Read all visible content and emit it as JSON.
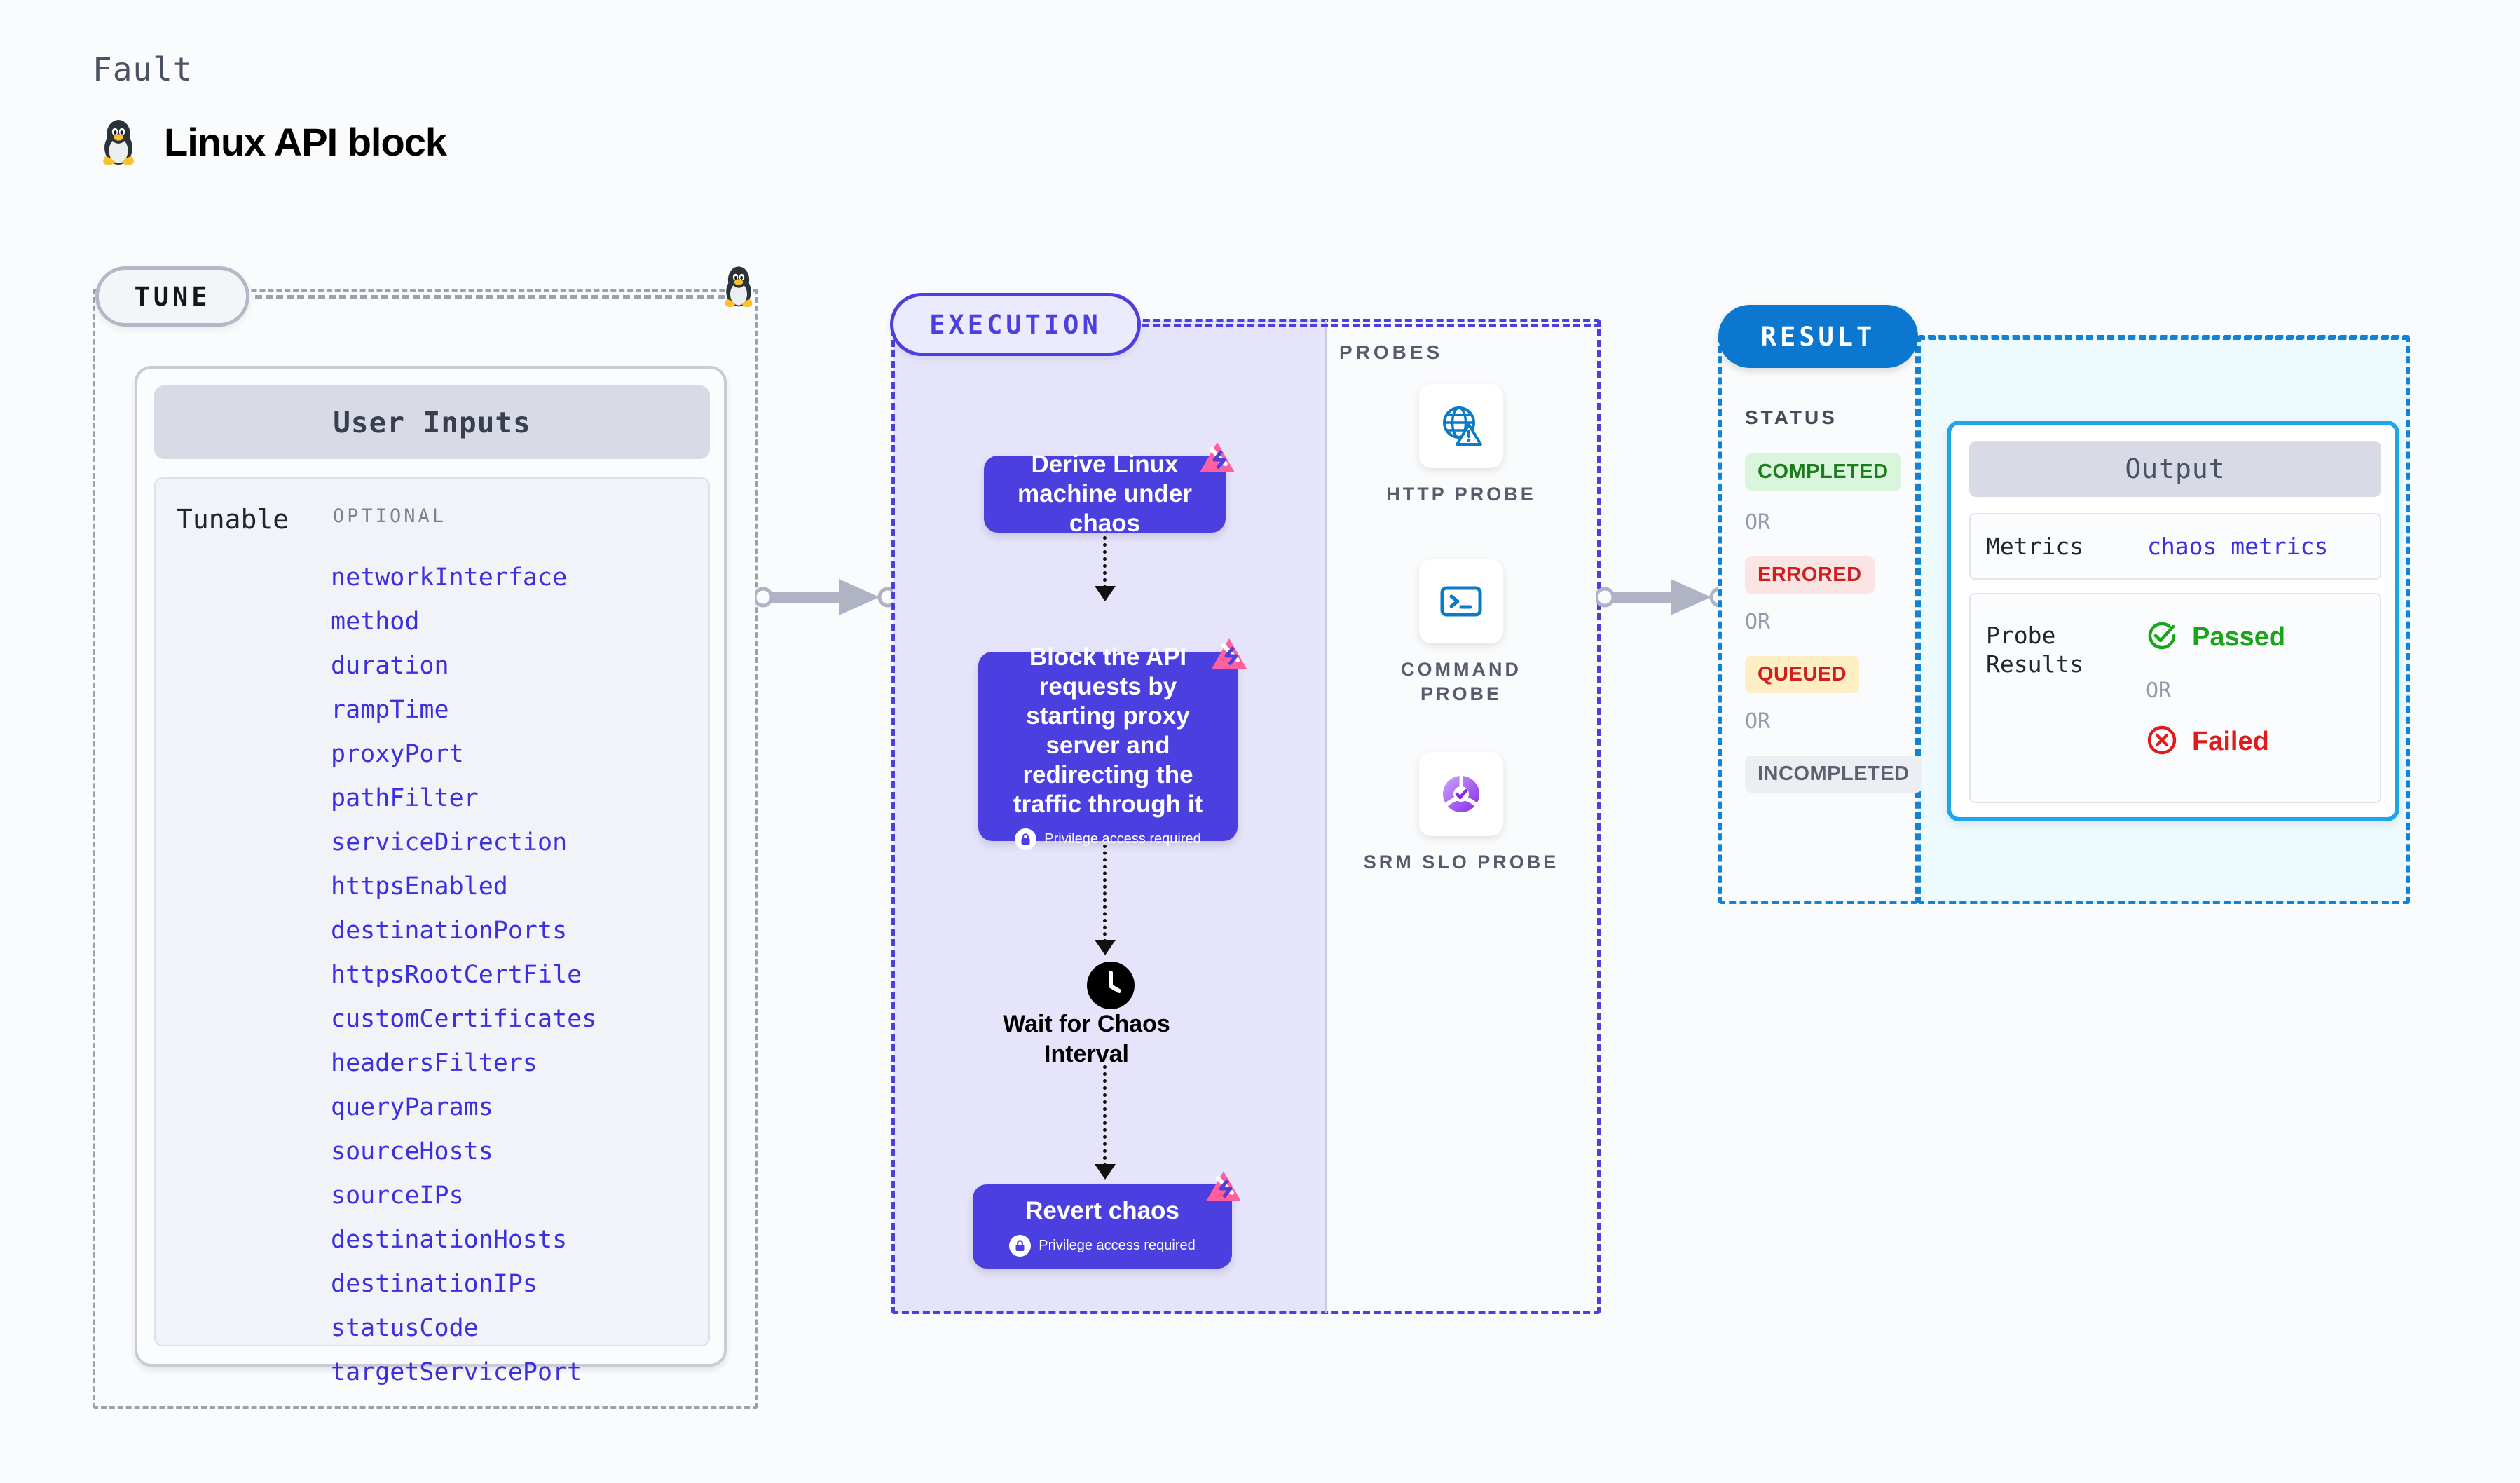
{
  "header": {
    "eyebrow": "Fault",
    "title": "Linux API block",
    "icon": "linux-tux-icon"
  },
  "tune": {
    "badge": "TUNE",
    "card_title": "User Inputs",
    "tunable_label": "Tunable",
    "optional_label": "OPTIONAL",
    "params": [
      "networkInterface",
      "method",
      "duration",
      "rampTime",
      "proxyPort",
      "pathFilter",
      "serviceDirection",
      "httpsEnabled",
      "destinationPorts",
      "httpsRootCertFile",
      "customCertificates",
      "headersFilters",
      "queryParams",
      "sourceHosts",
      "sourceIPs",
      "destinationHosts",
      "destinationIPs",
      "statusCode",
      "targetServicePort"
    ]
  },
  "execution": {
    "badge": "EXECUTION",
    "nodes": [
      {
        "text": "Derive Linux machine under chaos",
        "privilege": null,
        "chaos_logo": true
      },
      {
        "text": "Block the API requests by starting proxy server and redirecting the traffic through it",
        "privilege": "Privilege access required",
        "chaos_logo": true
      },
      {
        "text": "Revert chaos",
        "privilege": "Privilege access required",
        "chaos_logo": true
      }
    ],
    "wait_step": {
      "icon": "clock-icon",
      "label": "Wait for Chaos Interval"
    }
  },
  "probes": {
    "title": "PROBES",
    "items": [
      {
        "label": "HTTP PROBE",
        "icon": "globe-warning-icon"
      },
      {
        "label": "COMMAND PROBE",
        "icon": "terminal-icon"
      },
      {
        "label": "SRM SLO PROBE",
        "icon": "srm-slo-icon"
      }
    ]
  },
  "result": {
    "badge": "RESULT",
    "status_title": "STATUS",
    "or_label": "OR",
    "statuses": [
      {
        "label": "COMPLETED",
        "fg": "#1b7d1b",
        "bg": "#d9f5dc"
      },
      {
        "label": "ERRORED",
        "fg": "#cf1f1f",
        "bg": "#fbe4e4"
      },
      {
        "label": "QUEUED",
        "fg": "#cf1f1f",
        "bg": "#fdeec4"
      },
      {
        "label": "INCOMPLETED",
        "fg": "#5c6270",
        "bg": "#eceef3"
      }
    ],
    "output": {
      "title": "Output",
      "metrics_key": "Metrics",
      "metrics_value": "chaos metrics",
      "probe_results_key": "Probe Results",
      "passed_label": "Passed",
      "failed_label": "Failed",
      "or_label": "OR"
    }
  },
  "colors": {
    "accent_purple": "#4b3fe0",
    "accent_blue": "#0b77cf",
    "chaos_pink": "#ff5f9e",
    "pass_green": "#19a519",
    "fail_red": "#e01b1b"
  }
}
